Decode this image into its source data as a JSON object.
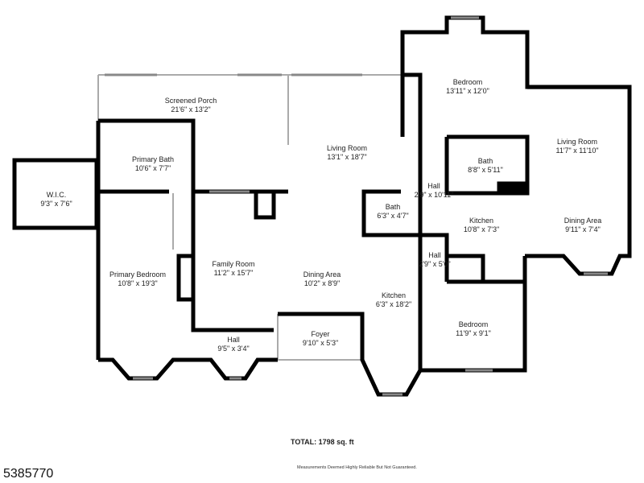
{
  "rooms": [
    {
      "name": "Screened Porch",
      "dims": "21'6\" x 13'2\""
    },
    {
      "name": "Primary Bath",
      "dims": "10'6\" x 7'7\""
    },
    {
      "name": "W.I.C.",
      "dims": "9'3\" x 7'6\""
    },
    {
      "name": "Primary Bedroom",
      "dims": "10'8\" x 19'3\""
    },
    {
      "name": "Family Room",
      "dims": "11'2\" x 15'7\""
    },
    {
      "name": "Hall",
      "dims": "9'5\" x 3'4\""
    },
    {
      "name": "Living Room",
      "dims": "13'1\" x 18'7\""
    },
    {
      "name": "Dining Area",
      "dims": "10'2\" x 8'9\""
    },
    {
      "name": "Foyer",
      "dims": "9'10\" x 5'3\""
    },
    {
      "name": "Kitchen",
      "dims": "6'3\" x 18'2\""
    },
    {
      "name": "Bath",
      "dims": "6'3\" x 4'7\""
    },
    {
      "name": "Hall",
      "dims": "2'9\" x 10'11\""
    },
    {
      "name": "Hall",
      "dims": "2'9\" x 5'0\""
    },
    {
      "name": "Bedroom",
      "dims": "13'11\" x 12'0\""
    },
    {
      "name": "Bath",
      "dims": "8'8\" x 5'11\""
    },
    {
      "name": "Kitchen",
      "dims": "10'8\" x 7'3\""
    },
    {
      "name": "Living Room",
      "dims": "11'7\" x 11'10\""
    },
    {
      "name": "Dining Area",
      "dims": "9'11\" x 7'4\""
    },
    {
      "name": "Bedroom",
      "dims": "11'9\" x 9'1\""
    }
  ],
  "total": "TOTAL: 1798 sq. ft",
  "disclaimer": "Measurements Deemed Highly Reliable But Not Guaranteed.",
  "listing_id": "5385770",
  "colors": {
    "wall": "#000000",
    "window": "#888888"
  }
}
